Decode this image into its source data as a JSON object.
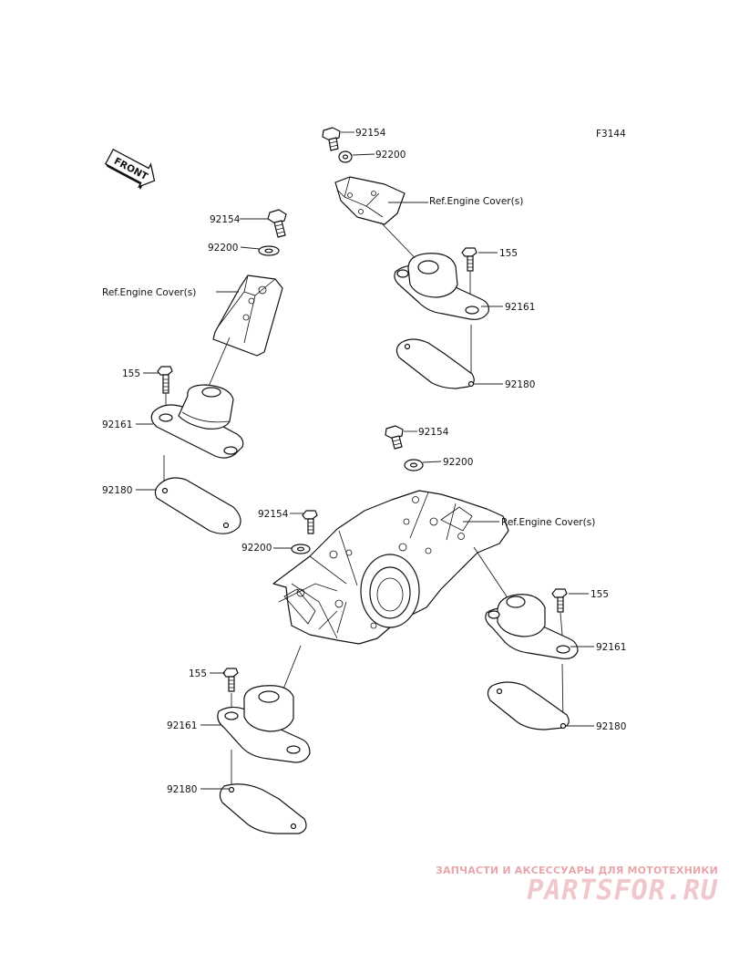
{
  "figure_code": "F3144",
  "front_label": "FRONT",
  "labels": {
    "bolt_a": "92154",
    "washer_a": "92200",
    "ref_a": "Ref.Engine Cover(s)",
    "bolt_155_a": "155",
    "mount_a": "92161",
    "plate_a": "92180",
    "bolt_b": "92154",
    "washer_b": "92200",
    "ref_b": "Ref.Engine Cover(s)",
    "bolt_155_b": "155",
    "mount_b": "92161",
    "plate_b": "92180",
    "bolt_c": "92154",
    "washer_c": "92200",
    "ref_c": "Ref.Engine Cover(s)",
    "bolt_155_c": "155",
    "mount_c": "92161",
    "plate_c": "92180",
    "bolt_d": "92154",
    "washer_d": "92200",
    "bolt_155_d": "155",
    "mount_d": "92161",
    "plate_d": "92180"
  },
  "watermark": {
    "subtitle": "ЗАПЧАСТИ И АКСЕССУАРЫ ДЛЯ МОТОТЕХНИКИ",
    "logo": "PARTSFOR.RU"
  }
}
